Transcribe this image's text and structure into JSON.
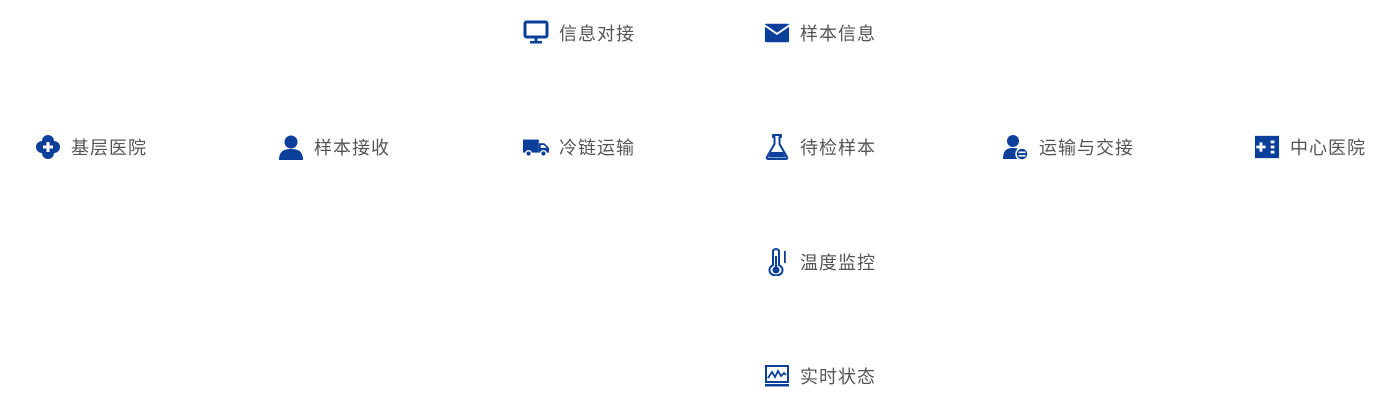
{
  "accent_color": "#0b3f9a",
  "text_color": "#555555",
  "nodes": {
    "info_connect": {
      "label": "信息对接",
      "icon": "monitor-icon"
    },
    "sample_info": {
      "label": "样本信息",
      "icon": "envelope-icon"
    },
    "primary_hospital": {
      "label": "基层医院",
      "icon": "medical-cross-icon"
    },
    "sample_receive": {
      "label": "样本接收",
      "icon": "user-icon"
    },
    "cold_chain": {
      "label": "冷链运输",
      "icon": "truck-icon"
    },
    "pending_sample": {
      "label": "待检样本",
      "icon": "flask-icon"
    },
    "transport_handover": {
      "label": "运输与交接",
      "icon": "user-exchange-icon"
    },
    "central_hospital": {
      "label": "中心医院",
      "icon": "hospital-icon"
    },
    "temp_monitor": {
      "label": "温度监控",
      "icon": "thermometer-icon"
    },
    "realtime_status": {
      "label": "实时状态",
      "icon": "chart-area-icon"
    }
  }
}
